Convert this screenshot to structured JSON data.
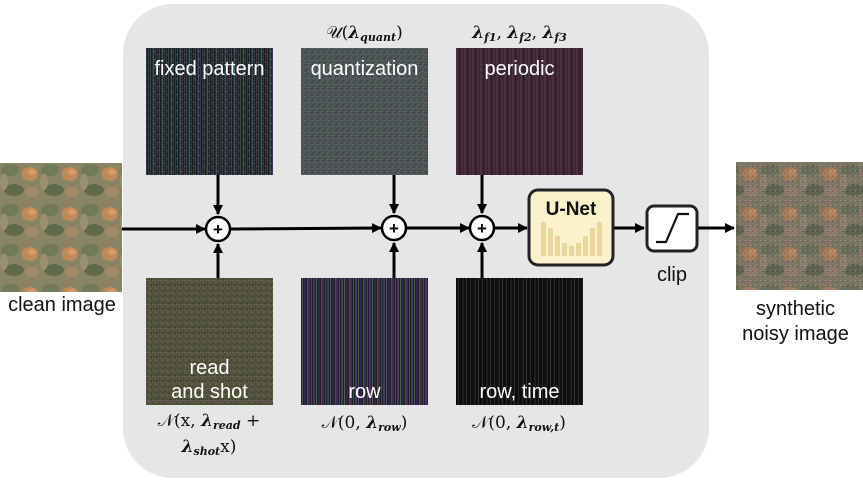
{
  "inputs": {
    "clean_label": "clean image"
  },
  "outputs": {
    "synthetic_label_line1": "synthetic",
    "synthetic_label_line2": "noisy image"
  },
  "noise_tiles": {
    "fixed_pattern": {
      "label": "fixed pattern"
    },
    "quantization": {
      "label": "quantization",
      "dist_prefix": "𝒰(",
      "dist_param": "λ",
      "dist_sub": "quant",
      "dist_suffix": ")"
    },
    "periodic": {
      "label": "periodic",
      "param_1": "λ",
      "sub_1": "f1",
      "param_2": "λ",
      "sub_2": "f2",
      "param_3": "λ",
      "sub_3": "f3"
    },
    "read_shot": {
      "label_line1": "read",
      "label_line2": "and shot",
      "dist_line1_prefix": "𝒩(x, ",
      "dist_read": "λ",
      "dist_read_sub": "read",
      "dist_plus": " +",
      "dist_shot": "λ",
      "dist_shot_sub": "shot",
      "dist_line2_suffix": "x)"
    },
    "row": {
      "label": "row",
      "dist_prefix": "𝒩(0, ",
      "dist_param": "λ",
      "dist_sub": "row",
      "dist_suffix": ")"
    },
    "row_time": {
      "label": "row, time",
      "dist_prefix": "𝒩(0, ",
      "dist_param": "λ",
      "dist_sub": "row,t",
      "dist_suffix": ")"
    }
  },
  "operators": {
    "sum_symbol": "+",
    "unet_label": "U-Net",
    "clip_label": "clip"
  },
  "colors": {
    "panel_bg": "#e6e6e6",
    "unet_fill": "#fbf2cc",
    "unet_border": "#222222",
    "arrow": "#000000"
  }
}
